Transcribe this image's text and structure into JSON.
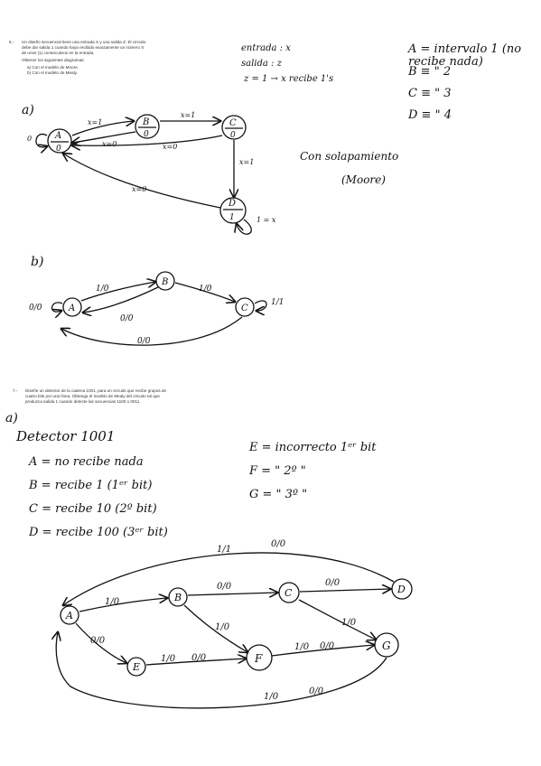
{
  "problem6": {
    "number": "6.-",
    "line1": "Un diseño secuencial tiene una entrada X y una salida Z. El circuito",
    "line2": "debe dar salida 1 cuando haya recibido exactamente un número X",
    "line3": "de unos (1) consecutivos en la entrada.",
    "line4": "Obtener los siguientes diagramas:",
    "item_a": "a) Con el modelo de Moore.",
    "item_b": "b) Con el modelo de Mealy.",
    "note_in": "entrada : x",
    "note_out": "salida : z",
    "note_rule": "z = 1 → x recibe 1's",
    "states_A": "A = intervalo  1 (no recibe nada)",
    "states_B": "B ≡  \"  2",
    "states_C": "C ≡  \"  3",
    "states_D": "D ≡  \"  4",
    "part_a": "a)",
    "part_b": "b)",
    "moore_note1": "Con solapamiento",
    "moore_note2": "(Moore)",
    "moore": {
      "A_name": "A",
      "A_out": "0",
      "B_name": "B",
      "B_out": "0",
      "C_name": "C",
      "C_out": "0",
      "D_name": "D",
      "D_out": "1",
      "self_A": "0",
      "AB": "x=1",
      "BA": "x=0",
      "BC": "x=1",
      "CA": "x=0",
      "CD": "x=1",
      "DA": "x=0",
      "self_D": "1 = x"
    },
    "mealy": {
      "A": "A",
      "B": "B",
      "C": "C",
      "self_A": "0/0",
      "AB": "1/0",
      "BA": "0/0",
      "BC": "1/0",
      "self_C": "1/1",
      "CA": "0/0"
    }
  },
  "problem7": {
    "number": "7.-",
    "line1": "Diseñe un detector de la cadena 1001, para un circuito que recibe grupos de",
    "line2": "cuatro bits por una línea. Obtenga el modelo de Mealy del circuito tal que",
    "line3": "produzca salida 1 cuando detecte las secuencias 1100 o 0011.",
    "part_a": "a)",
    "title": "Detector  1001",
    "defA": "A = no  recibe  nada",
    "defB": "B = recibe   1   (1ᵉʳ bit)",
    "defC": "C = recibe  10 (2º bit)",
    "defD": "D = recibe   100 (3ᵉʳ bit)",
    "defE": "E = incorrecto   1ᵉʳ bit",
    "defF": "F =      \"           2º  \"",
    "defG": "G =      \"           3º  \"",
    "graph": {
      "A": "A",
      "B": "B",
      "C": "C",
      "D": "D",
      "E": "E",
      "F": "F",
      "G": "G",
      "DA_1": "1/1",
      "DA_2": "0/0",
      "AB": "1/0",
      "BC": "0/0",
      "CD": "0/0",
      "BF": "1/0",
      "CG": "1/0",
      "AE": "0/0",
      "EF_1": "1/0",
      "EF_2": "0/0",
      "FG_1": "1/0",
      "FG_2": "0/0",
      "GA_1": "1/0",
      "GA_2": "0/0"
    }
  }
}
